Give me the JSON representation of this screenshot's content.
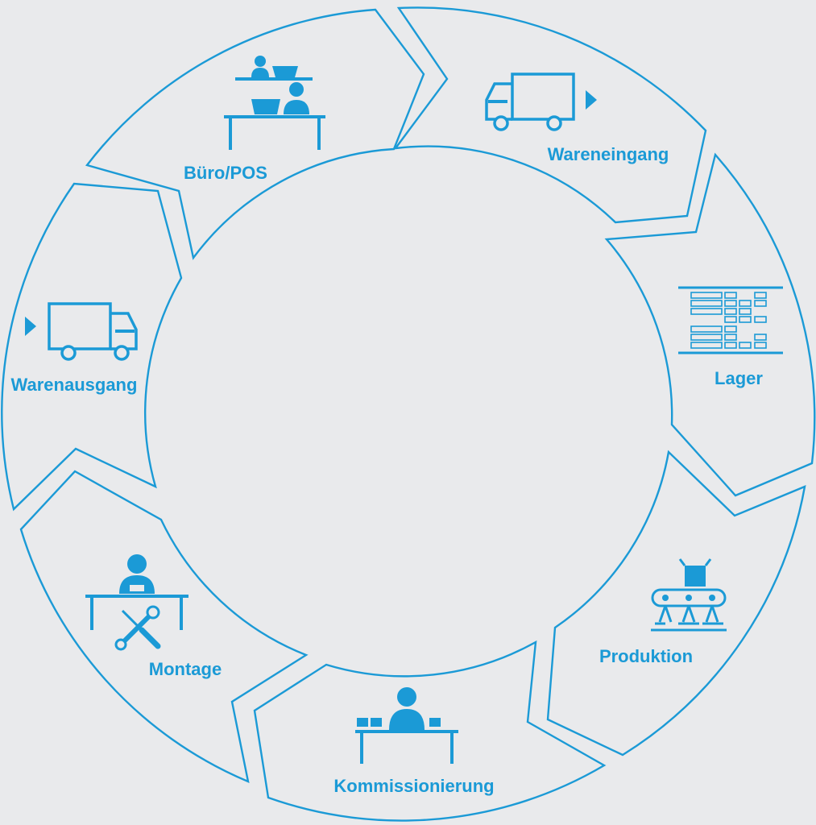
{
  "colors": {
    "accent": "#1b9ad6",
    "background": "#e9eaec"
  },
  "stages": [
    {
      "id": "buero-pos",
      "label": "Büro/POS",
      "icon": "office-desk-icon"
    },
    {
      "id": "wareneingang",
      "label": "Wareneingang",
      "icon": "truck-incoming-icon"
    },
    {
      "id": "lager",
      "label": "Lager",
      "icon": "warehouse-shelf-icon"
    },
    {
      "id": "produktion",
      "label": "Produktion",
      "icon": "conveyor-belt-icon"
    },
    {
      "id": "kommissionierung",
      "label": "Kommissionierung",
      "icon": "picking-desk-icon"
    },
    {
      "id": "montage",
      "label": "Montage",
      "icon": "assembly-tools-icon"
    },
    {
      "id": "warenausgang",
      "label": "Warenausgang",
      "icon": "truck-outgoing-icon"
    }
  ]
}
